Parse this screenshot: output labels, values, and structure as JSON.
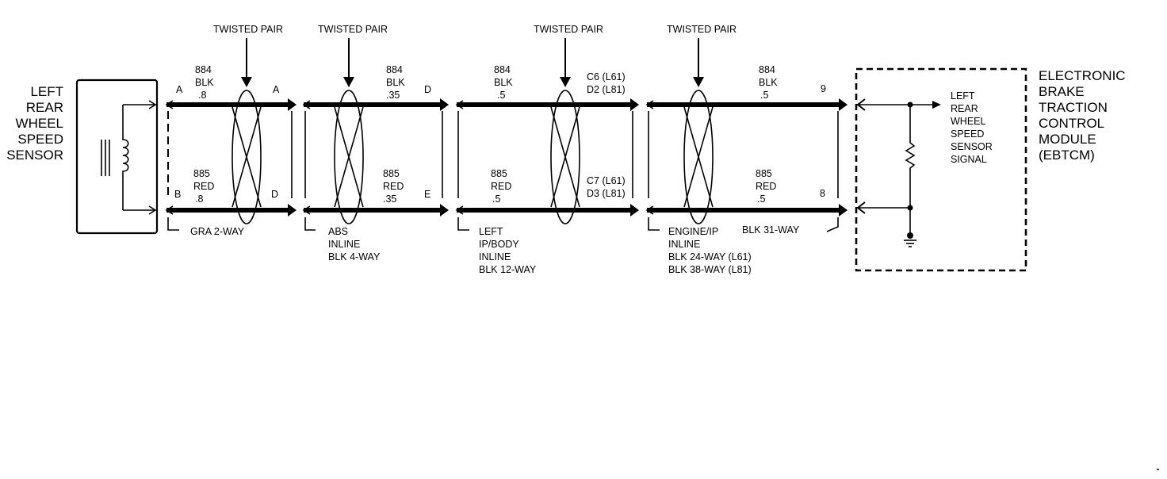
{
  "sensor": {
    "label": [
      "LEFT",
      "REAR",
      "WHEEL",
      "SPEED",
      "SENSOR"
    ]
  },
  "module": {
    "name": [
      "ELECTRONIC",
      "BRAKE",
      "TRACTION",
      "CONTROL",
      "MODULE",
      "(EBTCM)"
    ],
    "signal": [
      "LEFT",
      "REAR",
      "WHEEL",
      "SPEED",
      "SENSOR",
      "SIGNAL"
    ]
  },
  "twisted_pair": [
    "TWISTED PAIR",
    "TWISTED PAIR",
    "TWISTED PAIR",
    "TWISTED PAIR"
  ],
  "wire_labels": {
    "s1_top": [
      "884",
      "BLK",
      ".8"
    ],
    "s1_bot": [
      "885",
      "RED",
      ".8"
    ],
    "s2_top": [
      "884",
      "BLK",
      ".35"
    ],
    "s2_bot": [
      "885",
      "RED",
      ".35"
    ],
    "s3_top": [
      "884",
      "BLK",
      ".5"
    ],
    "s3_bot": [
      "885",
      "RED",
      ".5"
    ],
    "s4_top": [
      "884",
      "BLK",
      ".5"
    ],
    "s4_bot": [
      "885",
      "RED",
      ".5"
    ]
  },
  "pins": {
    "p1_top": "A",
    "p1_bot": "B",
    "p2_top": "A",
    "p2_bot": "D",
    "p3_top": "D",
    "p3_bot": "E",
    "p4_top": [
      "C6 (L61)",
      "D2 (L81)"
    ],
    "p4_bot": [
      "C7 (L61)",
      "D3 (L81)"
    ],
    "p5_top": "9",
    "p5_bot": "8"
  },
  "connectors": {
    "c1": [
      "GRA 2-WAY"
    ],
    "c2": [
      "ABS",
      "INLINE",
      "BLK 4-WAY"
    ],
    "c3": [
      "LEFT",
      "IP/BODY",
      "INLINE",
      "BLK 12-WAY"
    ],
    "c4": [
      "ENGINE/IP",
      "INLINE",
      "BLK 24-WAY (L61)",
      "BLK 38-WAY (L81)"
    ],
    "c5": [
      "BLK 31-WAY"
    ]
  }
}
